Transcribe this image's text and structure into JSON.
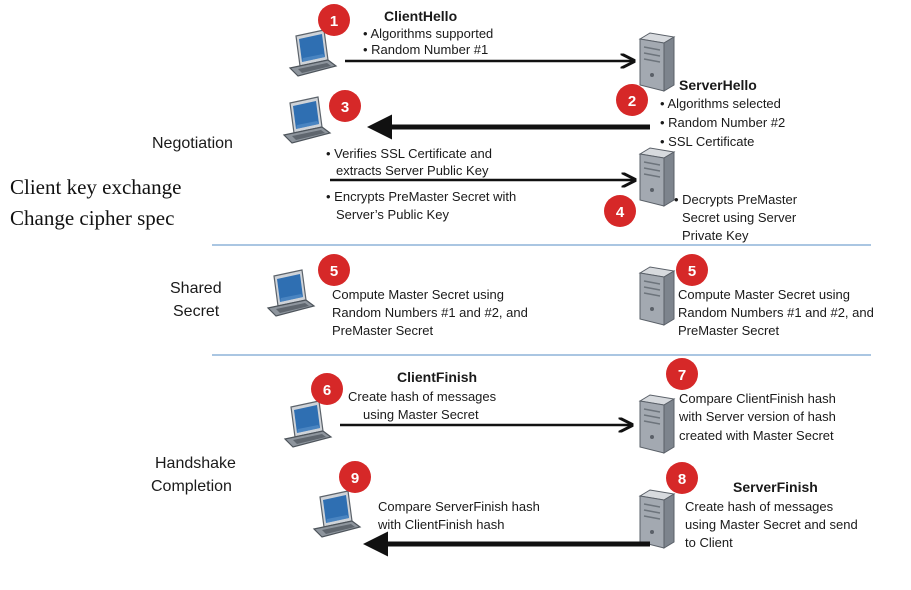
{
  "colors": {
    "badge": "#d62828",
    "arrow": "#111111",
    "divider": "#8db3d9",
    "laptop_screen": "#2f6fb2",
    "server_body": "#9ea4ad"
  },
  "overlay_notes": {
    "line1": "Client key exchange",
    "line2": "Change cipher spec"
  },
  "sections": {
    "negotiation": "Negotiation",
    "shared_1": "Shared",
    "shared_2": "Secret",
    "completion_1": "Handshake",
    "completion_2": "Completion"
  },
  "steps": {
    "s1": {
      "num": "1",
      "title": "ClientHello",
      "bullet1": "• Algorithms supported",
      "bullet2": "• Random Number #1"
    },
    "s2": {
      "num": "2",
      "title": "ServerHello",
      "bullet1": "• Algorithms selected",
      "bullet2": "• Random Number #2",
      "bullet3": "• SSL Certificate"
    },
    "s3": {
      "num": "3",
      "bullet1a": "• Verifies SSL Certificate and",
      "bullet1b": "extracts Server Public Key",
      "bullet2a": "• Encrypts PreMaster Secret with",
      "bullet2b": "Server’s Public Key"
    },
    "s4": {
      "num": "4",
      "line1": "• Decrypts PreMaster",
      "line2": "Secret using Server",
      "line3": "Private Key"
    },
    "s5a": {
      "num": "5",
      "line1": "Compute Master Secret using",
      "line2": "Random Numbers #1 and #2, and",
      "line3": "PreMaster Secret"
    },
    "s5b": {
      "num": "5",
      "line1": "Compute Master Secret using",
      "line2": "Random Numbers #1 and #2, and",
      "line3": "PreMaster Secret"
    },
    "s6": {
      "num": "6",
      "title": "ClientFinish",
      "line1": "Create hash of messages",
      "line2": "using Master Secret"
    },
    "s7": {
      "num": "7",
      "line1": "Compare ClientFinish hash",
      "line2": "with Server version of hash",
      "line3": "created with Master Secret"
    },
    "s8": {
      "num": "8",
      "title": "ServerFinish",
      "line1": "Create hash of messages",
      "line2": "using Master Secret and send",
      "line3": "to Client"
    },
    "s9": {
      "num": "9",
      "line1": "Compare ServerFinish hash",
      "line2": "with ClientFinish hash"
    }
  }
}
